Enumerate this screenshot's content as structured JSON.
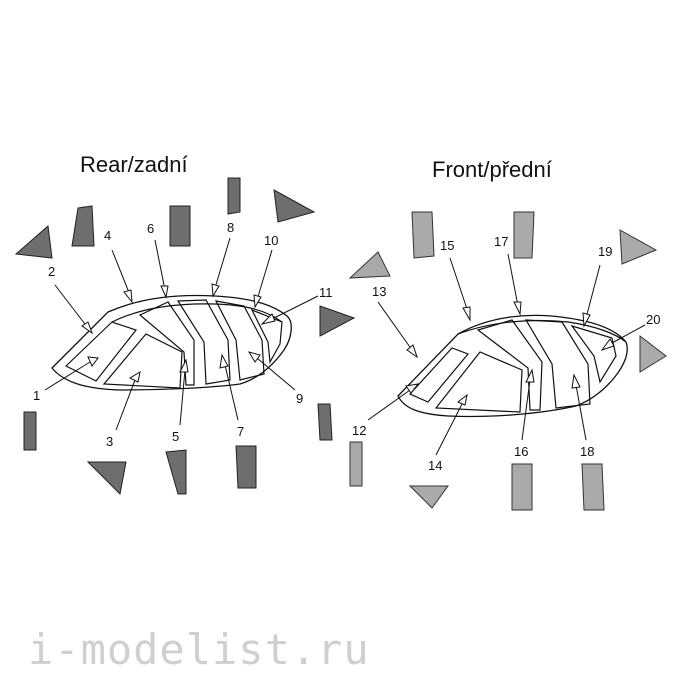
{
  "rear": {
    "title": "Rear/zadní",
    "labels": [
      "1",
      "2",
      "3",
      "4",
      "5",
      "6",
      "7",
      "8",
      "9",
      "10",
      "11"
    ],
    "mask_color": "#6e6e6e"
  },
  "front": {
    "title": "Front/přední",
    "labels": [
      "12",
      "13",
      "14",
      "15",
      "16",
      "17",
      "18",
      "19",
      "20"
    ],
    "mask_color": "#aaaaaa"
  },
  "watermark": "i-modelist.ru"
}
